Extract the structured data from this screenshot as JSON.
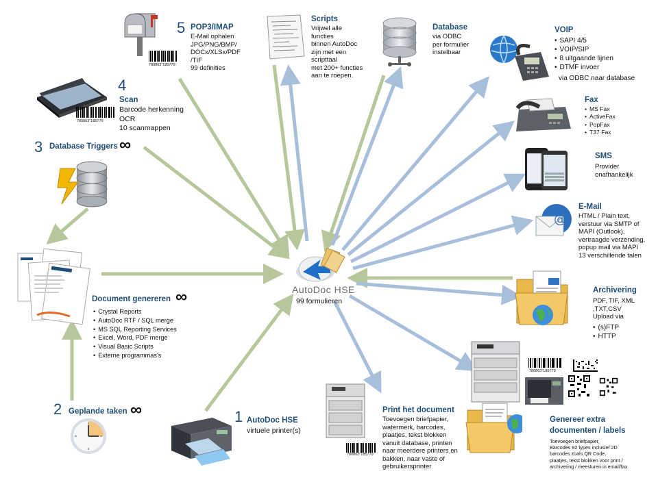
{
  "hub": {
    "logo_text": "AutoDoc HSE",
    "subtitle": "99 formulieren"
  },
  "autodoc": {
    "num": "1",
    "title": "AutoDoc HSE",
    "text": "virtuele printer(s)"
  },
  "geplande": {
    "num": "2",
    "title": "Geplande taken",
    "inf": "∞"
  },
  "triggers": {
    "num": "3",
    "title": "Database Triggers",
    "inf": "∞"
  },
  "scan": {
    "num": "4",
    "title": "Scan",
    "text": "Barcode herkenning\nOCR\n10 scanmappen",
    "barcode": "780863\"185779"
  },
  "pop3": {
    "num": "5",
    "title": "POP3/IMAP",
    "text": "E-Mail ophalen\nJPG/PNG/BMP/\nDOCx/XLSx/PDF\n/TIF\n99 definities",
    "barcode": "780863\"185779"
  },
  "scripts": {
    "title": "Scripts",
    "text": "Vrijwel alle\nfuncties\nbinnen AutoDoc\nzijn met een\nscripttaal\nmet 200+ functies\naan te roepen."
  },
  "database": {
    "title": "Database",
    "text": "via ODBC\nper formulier\ninstelbaar"
  },
  "voip": {
    "title": "VOIP",
    "items": [
      "SAPI 4/5",
      "VOIP/SIP",
      "8 uitgaande lijnen",
      "DTMF invoer"
    ],
    "extra": "via ODBC naar database"
  },
  "fax": {
    "title": "Fax",
    "items": [
      "MS Fax",
      "ActiveFax",
      "PopFax",
      "T37 Fax"
    ]
  },
  "sms": {
    "title": "SMS",
    "text": "Provider\nonafhankelijk"
  },
  "email": {
    "title": "E-Mail",
    "text": "HTML / Plain text,\nverstuur via SMTP of\nMAPI (Outlook),\nvertraagde verzending,\npopup mail via MAPI\n13 verschillende talen"
  },
  "archivering": {
    "title": "Archivering",
    "text": "PDF, TIF, XML\n,TXT,CSV\nUpload via",
    "items": [
      "(s)FTP",
      "HTTP"
    ]
  },
  "genereren": {
    "title": "Document genereren",
    "inf": "∞",
    "items": [
      "Crystal Reports",
      "AutoDoc RTF / SQL merge",
      "MS SQL Reporting Services",
      "Excel, Word, PDF merge",
      "Visual Basic Scripts",
      "Externe programmas's"
    ]
  },
  "print": {
    "title": "Print het document",
    "text": "Toevoegen briefpapier,\nwatermerk, barcodes,\nplaatjes, tekst blokken\nvanuit database, printen\nnaar meerdere printers en\nbakken, naar vaste of\ngebruikersprinter",
    "barcode": "780863\"185779"
  },
  "extra": {
    "title": "Genereer extra\ndocumenten / labels",
    "text": "Toevoegen briefpapier,\nBarcodes 92 types inclusief 2D\nbarcodes zoals QR Code,\nplaatjes, tekst blokken voor print /\narchivering /  meesturen in email/fax",
    "barcode": "780863\"185779"
  },
  "colors": {
    "inbound": "#b7c79c",
    "outbound": "#a8bfdc",
    "heading": "#1f4e79",
    "hub_blue": "#1f6fc6"
  }
}
